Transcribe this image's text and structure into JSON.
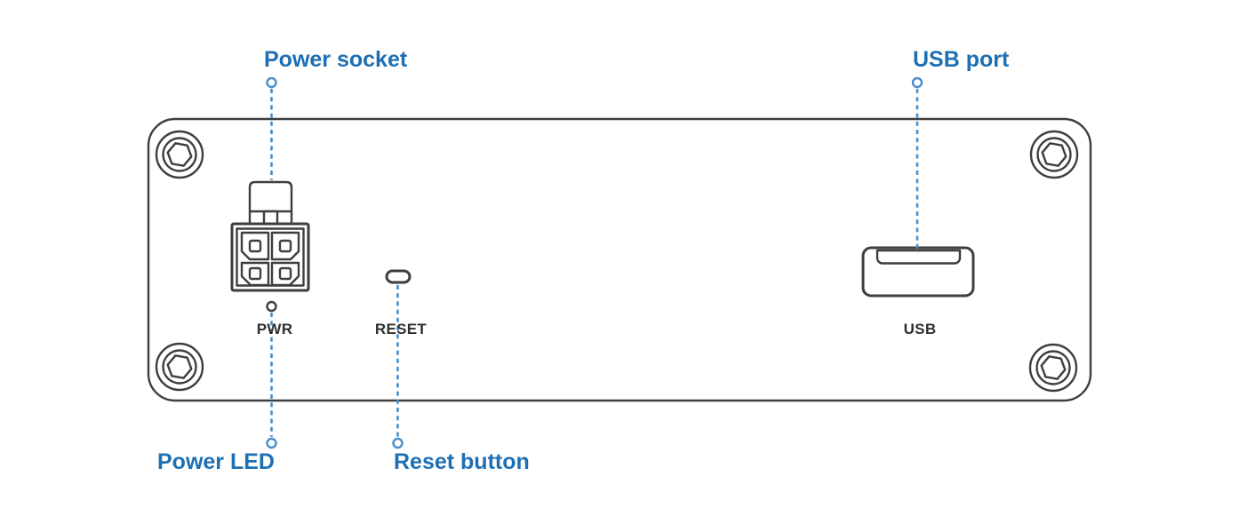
{
  "callouts": {
    "power_socket": "Power socket",
    "usb_port": "USB port",
    "power_led": "Power LED",
    "reset_button": "Reset button"
  },
  "panel_labels": {
    "pwr": "PWR",
    "reset": "RESET",
    "usb": "USB"
  },
  "icons": {
    "corner_screws": "hex-socket-screw-icon",
    "power_connector": "4-pin-power-socket-icon",
    "power_led": "led-dot-icon",
    "reset_hole": "pinhole-slot-icon",
    "usb_port": "usb-a-port-icon"
  },
  "colors": {
    "callout_text": "#1e6fb4",
    "leader_line": "#4a8ec9",
    "panel_outline": "#3e3e3e",
    "panel_label_text": "#2f2f2f",
    "background": "#ffffff"
  }
}
